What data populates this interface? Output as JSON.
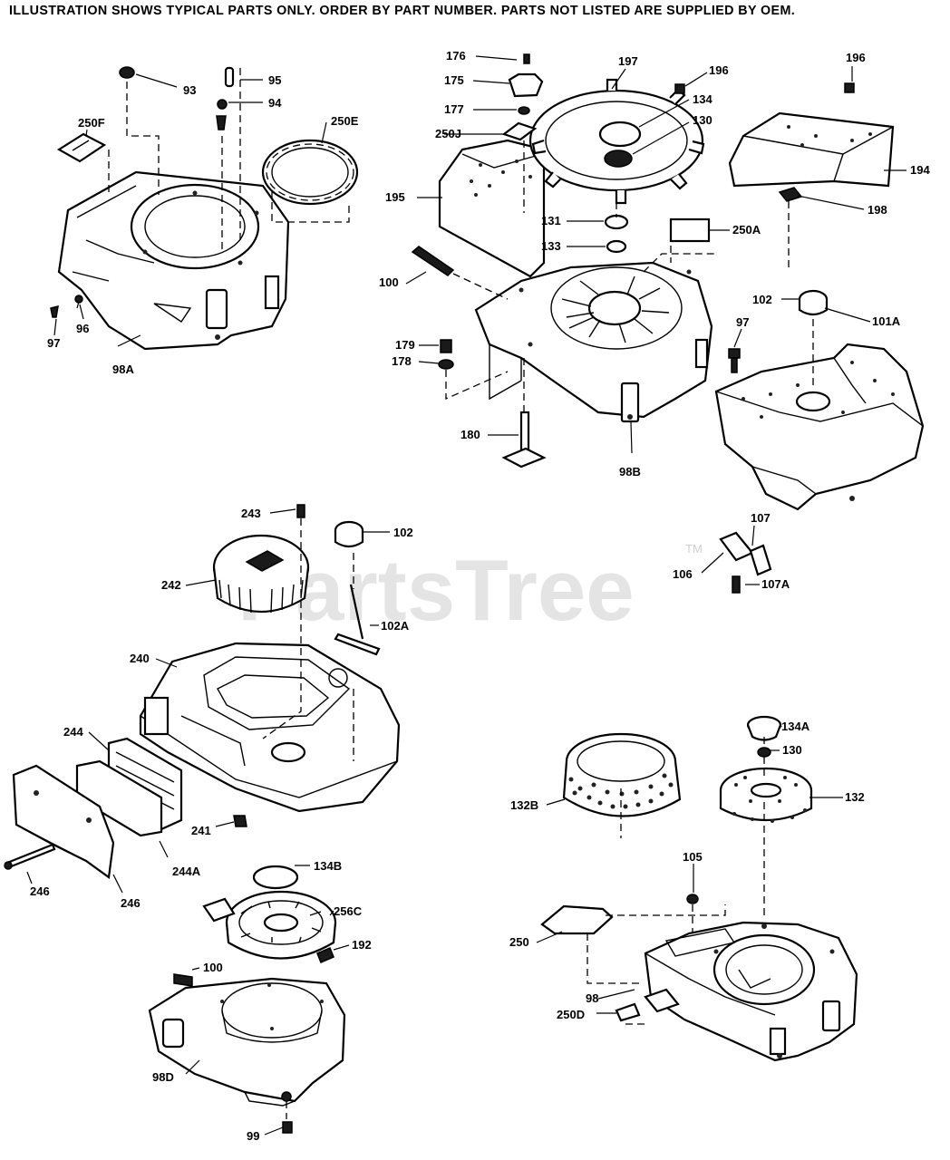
{
  "header": {
    "notice": "ILLUSTRATION SHOWS TYPICAL PARTS ONLY. ORDER BY PART NUMBER. PARTS NOT LISTED ARE SUPPLIED BY OEM."
  },
  "watermark": {
    "text": "PartsTree",
    "tm": "TM"
  },
  "callouts": {
    "c93": "93",
    "c95": "95",
    "c94": "94",
    "c250F": "250F",
    "c250E": "250E",
    "c97_left": "97",
    "c96": "96",
    "c98A": "98A",
    "c176": "176",
    "c175": "175",
    "c177": "177",
    "c250J": "250J",
    "c195": "195",
    "c197": "197",
    "c196_mid": "196",
    "c134": "134",
    "c130_top": "130",
    "c196_right": "196",
    "c194": "194",
    "c198": "198",
    "c131": "131",
    "c133": "133",
    "c250A": "250A",
    "c100_top": "100",
    "c179": "179",
    "c178": "178",
    "c180": "180",
    "c98B": "98B",
    "c102_top": "102",
    "c101A": "101A",
    "c97_right": "97",
    "c243": "243",
    "c102_mid": "102",
    "c242": "242",
    "c102A": "102A",
    "c107": "107",
    "c106": "106",
    "c107A": "107A",
    "c240": "240",
    "c244": "244",
    "c241": "241",
    "c244A": "244A",
    "c246_a": "246",
    "c246_b": "246",
    "c134A": "134A",
    "c130_bot": "130",
    "c132B": "132B",
    "c132": "132",
    "c134B": "134B",
    "c256C": "256C",
    "c192": "192",
    "c100_bot": "100",
    "c98D": "98D",
    "c99": "99",
    "c105": "105",
    "c250": "250",
    "c98": "98",
    "c250D": "250D"
  }
}
